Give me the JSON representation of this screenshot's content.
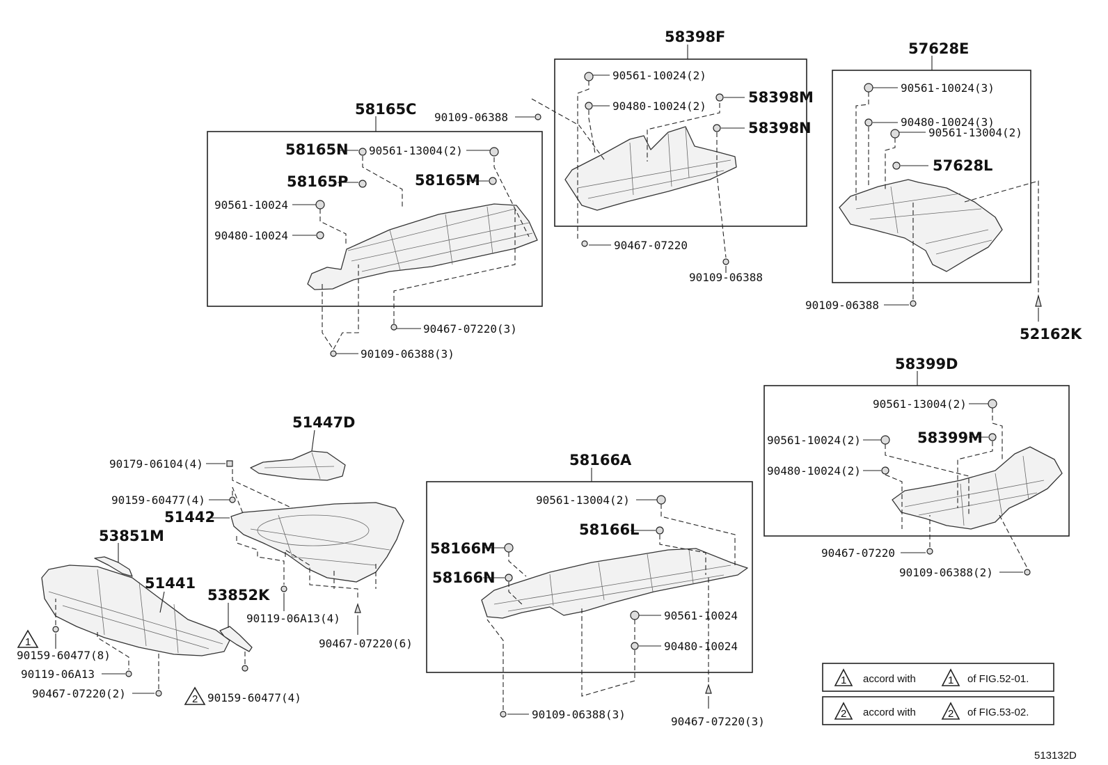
{
  "groups": {
    "g58165c": {
      "title": "58165C",
      "labels": [
        "58165N",
        "90561-13004(2)",
        "58165P",
        "58165M",
        "90561-10024",
        "90480-10024",
        "90467-07220(3)",
        "90109-06388(3)"
      ]
    },
    "g58398f": {
      "title": "58398F",
      "labels": [
        "90109-06388",
        "90561-10024(2)",
        "90480-10024(2)",
        "58398M",
        "58398N",
        "90467-07220",
        "90109-06388"
      ]
    },
    "g57628e": {
      "title": "57628E",
      "labels": [
        "90561-10024(3)",
        "90480-10024(3)",
        "90561-13004(2)",
        "57628L",
        "90109-06388",
        "52162K"
      ]
    },
    "g58399d": {
      "title": "58399D",
      "labels": [
        "90561-13004(2)",
        "90561-10024(2)",
        "58399M",
        "90480-10024(2)",
        "90467-07220",
        "90109-06388(2)"
      ]
    },
    "g58166a": {
      "title": "58166A",
      "labels": [
        "90561-13004(2)",
        "58166L",
        "58166M",
        "58166N",
        "90561-10024",
        "90480-10024",
        "90109-06388(3)",
        "90467-07220(3)"
      ]
    },
    "front": {
      "labels": [
        "51447D",
        "90179-06104(4)",
        "90159-60477(4)",
        "51442",
        "53851M",
        "51441",
        "53852K",
        "90119-06A13(4)",
        "90467-07220(6)",
        "90159-60477(8)",
        "90119-06A13",
        "90467-07220(2)",
        "90159-60477(4)"
      ]
    }
  },
  "notes": {
    "note1": {
      "mark": "1",
      "text": "accord with",
      "ref": "of FIG.52-01."
    },
    "note2": {
      "mark": "2",
      "text": "accord with",
      "ref": "of FIG.53-02."
    }
  },
  "figure_id": "513132D"
}
